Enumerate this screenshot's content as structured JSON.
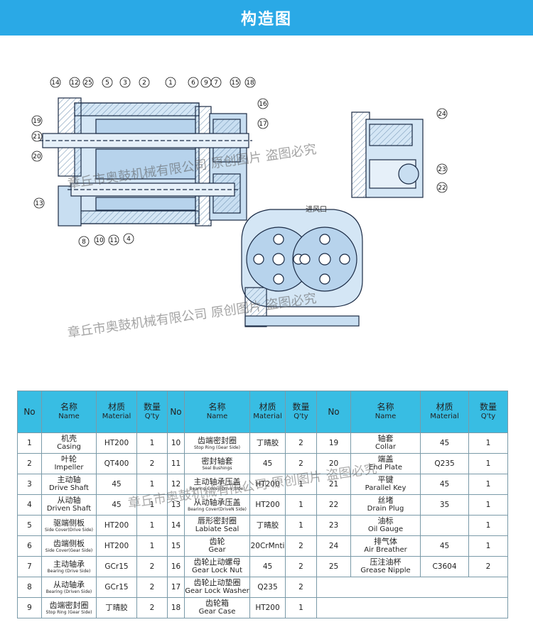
{
  "header": {
    "title": "构造图"
  },
  "watermarks": [
    "章丘市奥鼓机械有限公司 原创图片 盗图必究",
    "章丘市奥鼓机械有限公司 原创图片 盗图必究",
    "章丘市奥鼓机械有限公司 原创图片 盗图必究"
  ],
  "drawing": {
    "inlet_label": "进风口",
    "labels": [
      "1",
      "2",
      "3",
      "4",
      "5",
      "6",
      "7",
      "8",
      "9",
      "10",
      "11",
      "12",
      "13",
      "14",
      "15",
      "16",
      "17",
      "18",
      "19",
      "20",
      "21",
      "22",
      "23",
      "24",
      "25"
    ]
  },
  "table": {
    "headers": [
      {
        "cn": "No",
        "en": ""
      },
      {
        "cn": "名称",
        "en": "Name"
      },
      {
        "cn": "材质",
        "en": "Material"
      },
      {
        "cn": "数量",
        "en": "Q'ty"
      },
      {
        "cn": "No",
        "en": ""
      },
      {
        "cn": "名称",
        "en": "Name"
      },
      {
        "cn": "材质",
        "en": "Material"
      },
      {
        "cn": "数量",
        "en": "Q'ty"
      },
      {
        "cn": "No",
        "en": ""
      },
      {
        "cn": "名称",
        "en": "Name"
      },
      {
        "cn": "材质",
        "en": "Material"
      },
      {
        "cn": "数量",
        "en": "Q'ty"
      }
    ],
    "rows": [
      [
        {
          "no": "1",
          "cn": "机壳",
          "en": "Casing",
          "mat": "HT200",
          "qty": "1"
        },
        {
          "no": "10",
          "cn": "齿端密封圈",
          "en": "Stop Ring (Gear Side)",
          "mat": "丁晴胶",
          "qty": "2",
          "small": true
        },
        {
          "no": "19",
          "cn": "轴套",
          "en": "Collar",
          "mat": "45",
          "qty": "1"
        }
      ],
      [
        {
          "no": "2",
          "cn": "叶轮",
          "en": "Impeller",
          "mat": "QT400",
          "qty": "2"
        },
        {
          "no": "11",
          "cn": "密封轴套",
          "en": "Seal Bushings",
          "mat": "45",
          "qty": "2",
          "small": true
        },
        {
          "no": "20",
          "cn": "端盖",
          "en": "End Plate",
          "mat": "Q235",
          "qty": "1"
        }
      ],
      [
        {
          "no": "3",
          "cn": "主动轴",
          "en": "Drive Shaft",
          "mat": "45",
          "qty": "1"
        },
        {
          "no": "12",
          "cn": "主动轴承压盖",
          "en": "Bearing Cover(Drive Side)",
          "mat": "HT200",
          "qty": "1",
          "small": true
        },
        {
          "no": "21",
          "cn": "平键",
          "en": "Parallel Key",
          "mat": "45",
          "qty": "1"
        }
      ],
      [
        {
          "no": "4",
          "cn": "从动轴",
          "en": "Driven Shaft",
          "mat": "45",
          "qty": "1"
        },
        {
          "no": "13",
          "cn": "从动轴承压盖",
          "en": "Bearing Cover(DriveN Side)",
          "mat": "HT200",
          "qty": "1",
          "small": true
        },
        {
          "no": "22",
          "cn": "丝堵",
          "en": "Drain Plug",
          "mat": "35",
          "qty": "1"
        }
      ],
      [
        {
          "no": "5",
          "cn": "驱端侧板",
          "en": "Side Cover(Drive Side)",
          "mat": "HT200",
          "qty": "1",
          "small": true
        },
        {
          "no": "14",
          "cn": "唇形密封圈",
          "en": "Labiate Seal",
          "mat": "丁晴胶",
          "qty": "1"
        },
        {
          "no": "23",
          "cn": "油标",
          "en": "Oil Gauge",
          "mat": "",
          "qty": "1"
        }
      ],
      [
        {
          "no": "6",
          "cn": "齿端侧板",
          "en": "Side Cover(Gear Side)",
          "mat": "HT200",
          "qty": "1",
          "small": true
        },
        {
          "no": "15",
          "cn": "齿轮",
          "en": "Gear",
          "mat": "20CrMnti",
          "qty": "2"
        },
        {
          "no": "24",
          "cn": "排气体",
          "en": "Air Breather",
          "mat": "45",
          "qty": "1"
        }
      ],
      [
        {
          "no": "7",
          "cn": "主动轴承",
          "en": "Bearing (Drive Side)",
          "mat": "GCr15",
          "qty": "2",
          "small": true
        },
        {
          "no": "16",
          "cn": "齿轮止动螺母",
          "en": "Gear Lock Nut",
          "mat": "45",
          "qty": "2"
        },
        {
          "no": "25",
          "cn": "压注油杯",
          "en": "Grease Nipple",
          "mat": "C3604",
          "qty": "2"
        }
      ],
      [
        {
          "no": "8",
          "cn": "从动轴承",
          "en": "Bearing (Driven Side)",
          "mat": "GCr15",
          "qty": "2",
          "small": true
        },
        {
          "no": "17",
          "cn": "齿轮止动垫圈",
          "en": "Gear Lock Washer",
          "mat": "Q235",
          "qty": "2"
        },
        {
          "no": "",
          "cn": "",
          "en": "",
          "mat": "",
          "qty": ""
        }
      ],
      [
        {
          "no": "9",
          "cn": "齿端密封圈",
          "en": "Stop Ring (Gear Side)",
          "mat": "丁晴胶",
          "qty": "2",
          "small": true
        },
        {
          "no": "18",
          "cn": "齿轮箱",
          "en": "Gear Case",
          "mat": "HT200",
          "qty": "1"
        },
        {
          "no": "",
          "cn": "",
          "en": "",
          "mat": "",
          "qty": ""
        }
      ]
    ]
  }
}
